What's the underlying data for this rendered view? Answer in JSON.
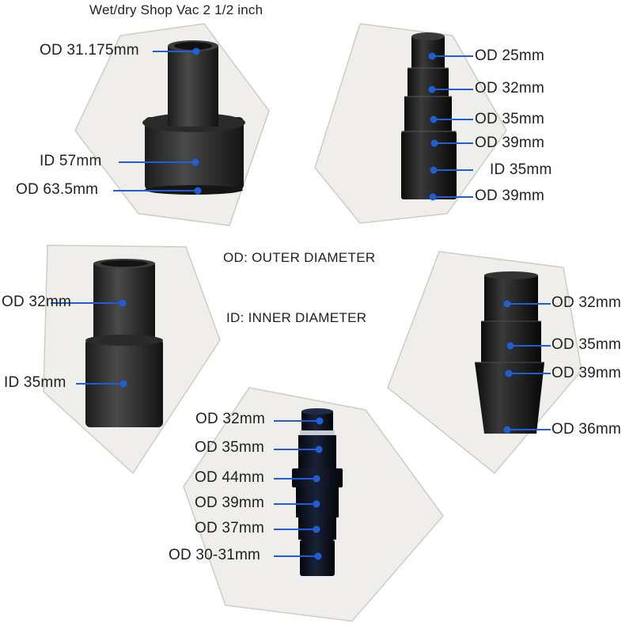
{
  "title": "Wet/dry Shop Vac 2 1/2 inch",
  "legend": {
    "od": "OD: OUTER DIAMETER",
    "id": "ID: INNER DIAMETER"
  },
  "adapters": [
    {
      "labels": [
        "OD 31.175mm",
        "ID 57mm",
        "OD 63.5mm"
      ]
    },
    {
      "labels": [
        "OD 25mm",
        "OD 32mm",
        "OD 35mm",
        "OD 39mm",
        "ID 35mm",
        "OD 39mm"
      ]
    },
    {
      "labels": [
        "OD 32mm",
        "ID 35mm"
      ]
    },
    {
      "labels": [
        "OD 32mm",
        "OD 35mm",
        "OD 39mm",
        "OD 36mm"
      ]
    },
    {
      "labels": [
        "OD 32mm",
        "OD 35mm",
        "OD 44mm",
        "OD 39mm",
        "OD 37mm",
        "OD 30-31mm"
      ]
    }
  ],
  "colors": {
    "panel_fill": "#efeeea",
    "panel_stroke": "#cfccc4",
    "pointer_line": "#1f5fd6",
    "adapter_body": "#1b1b1b"
  }
}
